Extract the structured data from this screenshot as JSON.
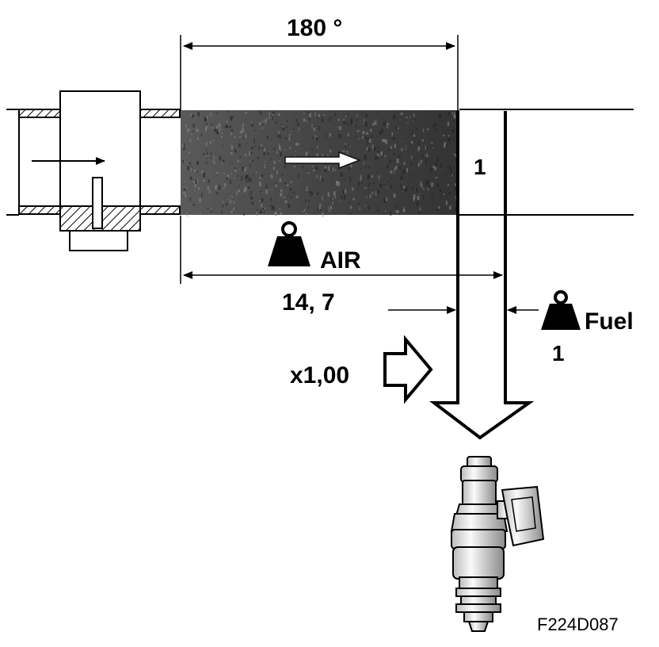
{
  "labels": {
    "angle": "180 °",
    "section_number": "1",
    "air": "AIR",
    "air_ratio": "14, 7",
    "fuel": "Fuel",
    "fuel_ratio": "1",
    "factor": "x1,00",
    "figure_code": "F224D087"
  },
  "icons": {
    "weight_air": "weight-icon",
    "weight_fuel": "weight-icon",
    "flow_arrow": "arrow-right-icon",
    "injector": "fuel-injector-icon"
  },
  "colors": {
    "ink": "#000000",
    "air_mass_fill": "#4a4a4a",
    "background": "#ffffff"
  }
}
